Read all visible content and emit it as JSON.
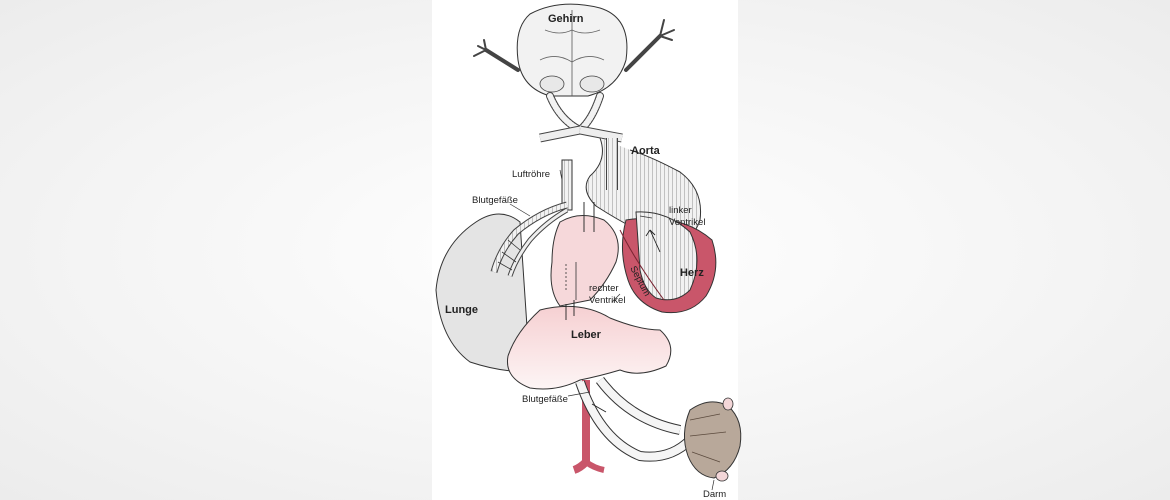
{
  "labels": {
    "gehirn": "Gehirn",
    "aorta": "Aorta",
    "luftroehre": "Luftröhre",
    "blutgefaesse_top": "Blutgefäße",
    "linker": "linker",
    "ventrikel_left": "Ventrikel",
    "herz": "Herz",
    "septum": "Septum",
    "lunge": "Lunge",
    "rechter": "rechter",
    "ventrikel_right": "Ventrikel",
    "leber": "Leber",
    "blutgefaesse_bottom": "Blutgefäße",
    "darm": "Darm"
  },
  "colors": {
    "heart": "#c9566a",
    "heart_light": "#f3d6d8",
    "liver": "#fbeaea",
    "lung": "#e4e4e4",
    "intestine": "#b8a89a",
    "outline": "#333333"
  }
}
